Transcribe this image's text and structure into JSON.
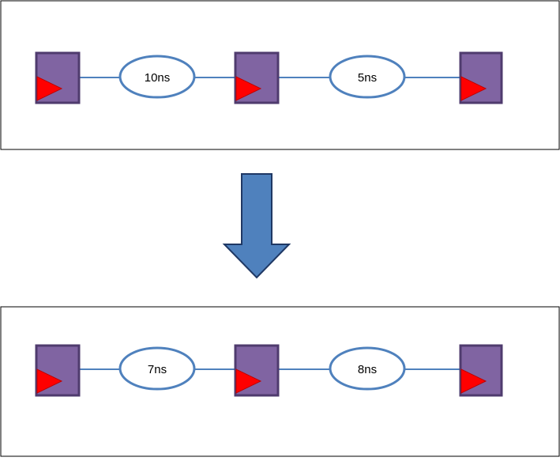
{
  "colors": {
    "register_fill": "#8064a2",
    "register_stroke": "#4f3b6e",
    "clock_triangle": "#ff0000",
    "clock_triangle_stroke": "#c00000",
    "wire": "#4f81bd",
    "ellipse_stroke": "#4f81bd",
    "arrow_fill": "#4f81bd",
    "arrow_stroke": "#1f3864",
    "panel_border": "#000000"
  },
  "before": {
    "delays": [
      "10ns",
      "5ns"
    ]
  },
  "after": {
    "delays": [
      "7ns",
      "8ns"
    ]
  },
  "transition_icon": "arrow-down-icon"
}
